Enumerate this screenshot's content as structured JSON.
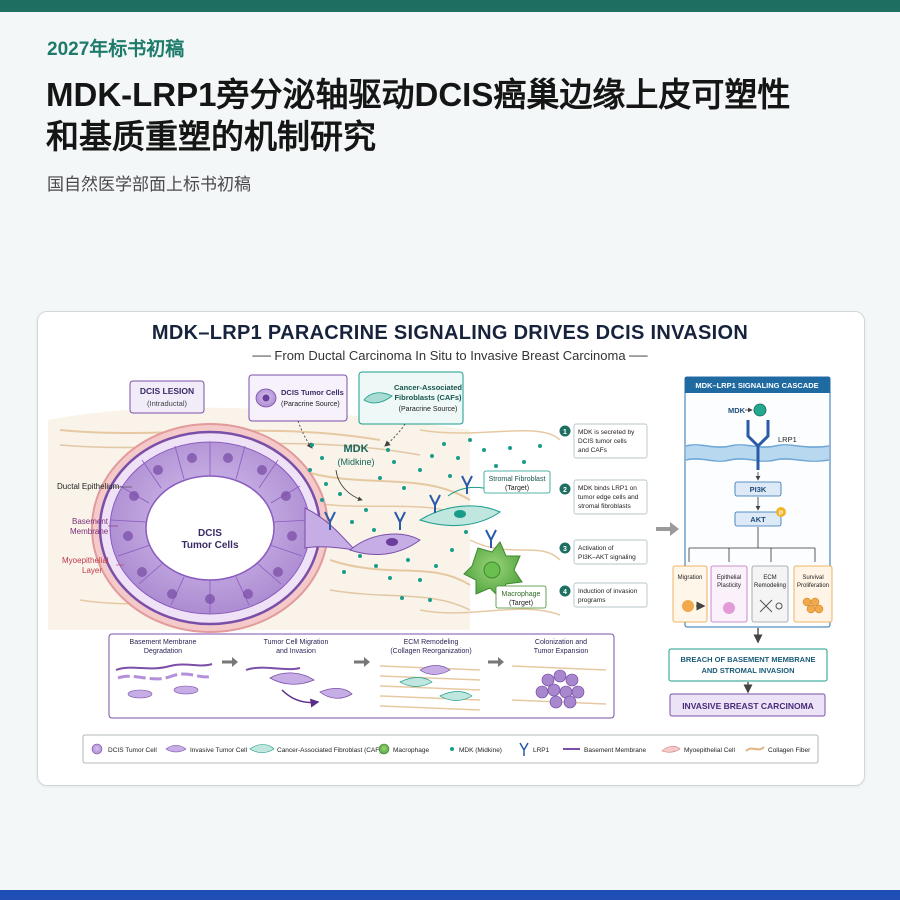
{
  "header": {
    "tag": "2027年标书初稿",
    "title_line1": "MDK-LRP1旁分泌轴驱动DCIS癌巢边缘上皮可塑性",
    "title_line2": "和基质重塑的机制研究",
    "subtitle": "国自然医学部面上标书初稿"
  },
  "figure": {
    "title": "MDK–LRP1 PARACRINE SIGNALING DRIVES DCIS INVASION",
    "subtitle": "From Ductal Carcinoma In Situ to Invasive Breast Carcinoma",
    "lesion_box": {
      "line1": "DCIS LESION",
      "line2": "(Intraductal)"
    },
    "tumor_source": {
      "line1": "DCIS Tumor Cells",
      "line2": "(Paracrine Source)"
    },
    "caf_source": {
      "line1": "Cancer-Associated",
      "line2": "Fibroblasts (CAFs)",
      "line3": "(Paracrine Source)"
    },
    "mdk_label": {
      "line1": "MDK",
      "line2": "(Midkine)"
    },
    "duct_center": {
      "line1": "DCIS",
      "line2": "Tumor Cells"
    },
    "left_labels": {
      "ductal": "Ductal Epithelium",
      "basement1": "Basement",
      "basement2": "Membrane",
      "myo1": "Myoepithelial",
      "myo2": "Layer"
    },
    "stromal_fib": {
      "line1": "Stromal Fibroblast",
      "line2": "(Target)"
    },
    "macrophage": {
      "line1": "Macrophage",
      "line2": "(Target)"
    },
    "steps": [
      {
        "num": "1",
        "line1": "MDK is secreted by",
        "line2": "DCIS tumor cells",
        "line3": "and CAFs"
      },
      {
        "num": "2",
        "line1": "MDK binds LRP1 on",
        "line2": "tumor edge cells and",
        "line3": "stromal fibroblasts"
      },
      {
        "num": "3",
        "line1": "Activation of",
        "line2": "PI3K–AKT signaling",
        "line3": ""
      },
      {
        "num": "4",
        "line1": "Induction of invasion",
        "line2": "programs",
        "line3": ""
      }
    ],
    "stages": [
      {
        "line1": "Basement Membrane",
        "line2": "Degradation"
      },
      {
        "line1": "Tumor Cell Migration",
        "line2": "and Invasion"
      },
      {
        "line1": "ECM Remodeling",
        "line2": "(Collagen Reorganization)"
      },
      {
        "line1": "Colonization and",
        "line2": "Tumor Expansion"
      }
    ],
    "cascade": {
      "title": "MDK–LRP1 SIGNALING CASCADE",
      "mdk": "MDK",
      "lrp1": "LRP1",
      "pi3k": "PI3K",
      "akt": "AKT",
      "p": "P",
      "outcomes": [
        {
          "line1": "Migration",
          "line2": ""
        },
        {
          "line1": "Epithelial",
          "line2": "Plasticity"
        },
        {
          "line1": "ECM",
          "line2": "Remodeling"
        },
        {
          "line1": "Survival",
          "line2": "Proliferation"
        }
      ],
      "breach1": "BREACH OF BASEMENT MEMBRANE",
      "breach2": "AND STROMAL INVASION",
      "final": "INVASIVE BREAST CARCINOMA"
    },
    "legend": [
      "DCIS Tumor Cell",
      "Invasive Tumor Cell",
      "Cancer-Associated Fibroblast (CAF)",
      "Macrophage",
      "MDK (Midkine)",
      "LRP1",
      "Basement Membrane",
      "Myoepithelial Cell",
      "Collagen Fiber"
    ]
  },
  "colors": {
    "brand_green": "#1e6f62",
    "brand_blue": "#1f4fb5",
    "purple": "#7b4fa8",
    "teal": "#1a9c8a",
    "cascade_blue": "#2a6fb0"
  }
}
